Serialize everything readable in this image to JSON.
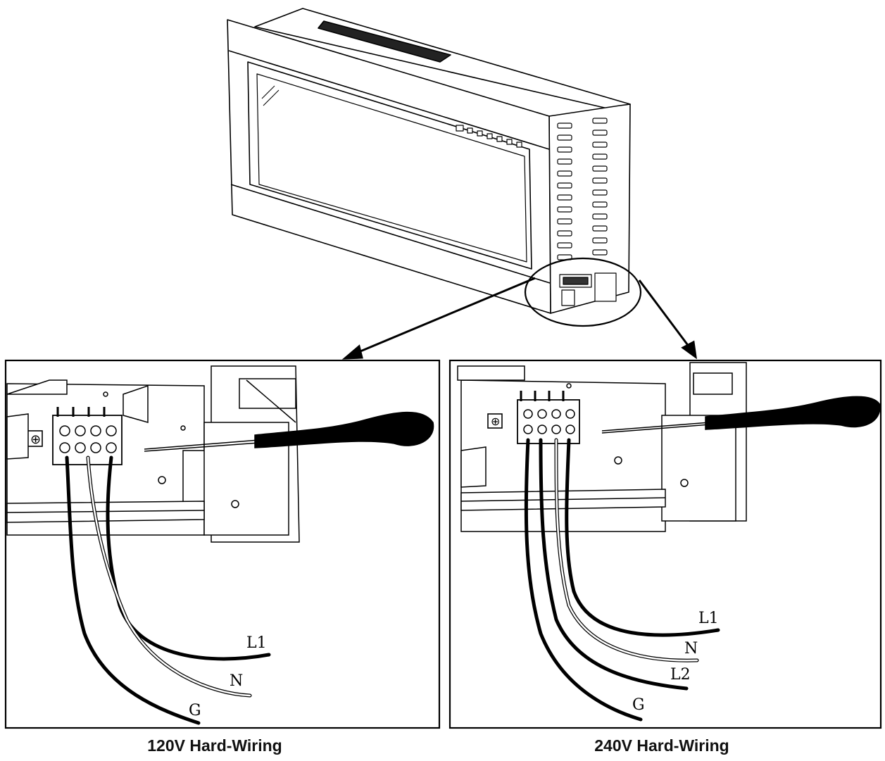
{
  "panels": [
    {
      "caption": "120V Hard-Wiring",
      "wires": [
        {
          "label": "L1",
          "color": "black"
        },
        {
          "label": "N",
          "color": "white"
        },
        {
          "label": "G",
          "color": "black"
        }
      ]
    },
    {
      "caption": "240V Hard-Wiring",
      "wires": [
        {
          "label": "L1",
          "color": "black"
        },
        {
          "label": "N",
          "color": "white"
        },
        {
          "label": "L2",
          "color": "black"
        },
        {
          "label": "G",
          "color": "black"
        }
      ]
    }
  ],
  "colors": {
    "line": "#000000",
    "background": "#ffffff"
  }
}
